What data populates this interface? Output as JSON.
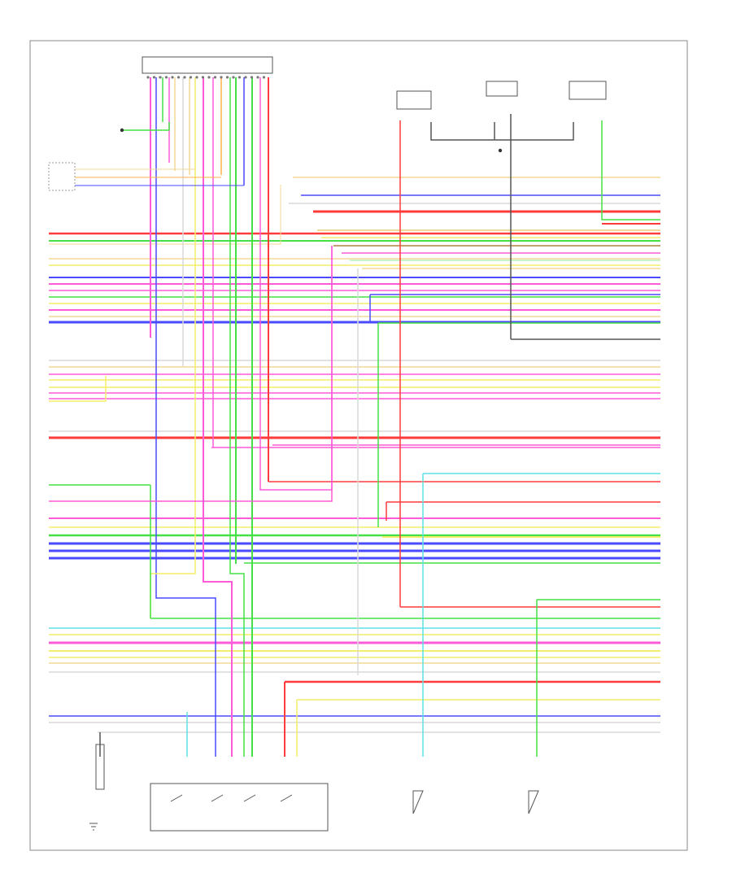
{
  "diagram": {
    "caption": "",
    "wire_colors": {
      "red": "#ff3b3b",
      "pink": "#ff5ad7",
      "blue": "#4a4aff",
      "green": "#45e045",
      "yellow": "#f4ee6a",
      "tan": "#f2d896",
      "orange": "#ffb347",
      "cyan": "#5fe0e6",
      "gray": "#9a9a9a",
      "ltgray": "#d9d9d9",
      "dkgray": "#555555",
      "ltgreen": "#b8f0b8",
      "brown": "#b08040"
    },
    "components": [
      {
        "id": "ecm-connector",
        "label": ""
      },
      {
        "id": "left-sensor",
        "label": ""
      },
      {
        "id": "center-sensor",
        "label": ""
      },
      {
        "id": "right-sensor",
        "label": ""
      },
      {
        "id": "small-sensor-left",
        "label": ""
      },
      {
        "id": "left-ground",
        "label": ""
      },
      {
        "id": "range-switch",
        "label": ""
      },
      {
        "id": "speed-sensor-1",
        "label": ""
      },
      {
        "id": "speed-sensor-2",
        "label": ""
      }
    ]
  }
}
